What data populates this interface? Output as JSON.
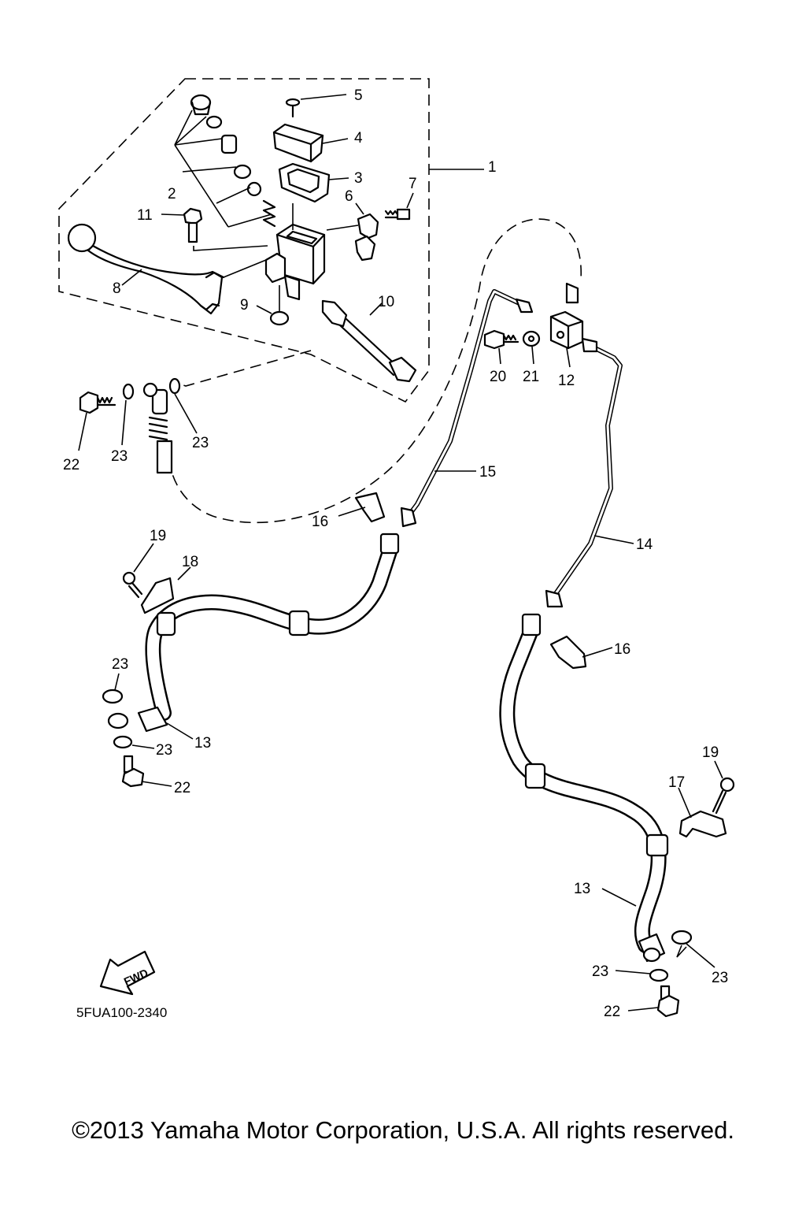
{
  "diagram": {
    "callouts": {
      "c1": "1",
      "c2": "2",
      "c3": "3",
      "c4": "4",
      "c5": "5",
      "c6": "6",
      "c7": "7",
      "c8": "8",
      "c9": "9",
      "c10": "10",
      "c11": "11",
      "c12": "12",
      "c13a": "13",
      "c13b": "13",
      "c14": "14",
      "c15": "15",
      "c16a": "16",
      "c16b": "16",
      "c17": "17",
      "c18": "18",
      "c19a": "19",
      "c19b": "19",
      "c20": "20",
      "c21": "21",
      "c22a": "22",
      "c22b": "22",
      "c22c": "22",
      "c23a": "23",
      "c23b": "23",
      "c23c": "23",
      "c23d": "23",
      "c23e": "23",
      "c23f": "23"
    },
    "fwd_label": "FWD",
    "diagram_code": "5FUA100-2340"
  },
  "footer": {
    "copyright": "©2013 Yamaha Motor Corporation, U.S.A. All rights reserved."
  }
}
